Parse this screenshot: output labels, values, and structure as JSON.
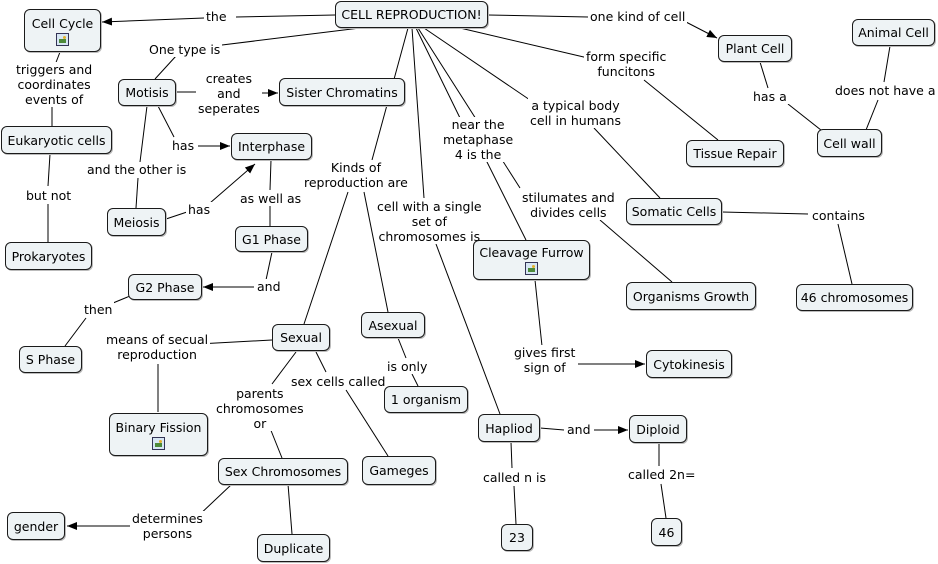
{
  "nodes": {
    "cell_reproduction": "CELL REPRODUCTION!",
    "cell_cycle": "Cell Cycle",
    "eukaryotic_cells": "Eukaryotic cells",
    "prokaryotes": "Prokaryotes",
    "motisis": "Motisis",
    "sister_chromatins": "Sister Chromatins",
    "interphase": "Interphase",
    "meiosis": "Meiosis",
    "g1_phase": "G1 Phase",
    "g2_phase": "G2 Phase",
    "s_phase": "S Phase",
    "sexual": "Sexual",
    "binary_fission": "Binary Fission",
    "sex_chromosomes": "Sex Chromosomes",
    "gender": "gender",
    "duplicate": "Duplicate",
    "gameges": "Gameges",
    "asexual": "Asexual",
    "one_organism": "1 organism",
    "cleavage_furrow": "Cleavage Furrow",
    "cytokinesis": "Cytokinesis",
    "hapliod": "Hapliod",
    "diploid": "Diploid",
    "n23": "23",
    "n46": "46",
    "plant_cell": "Plant Cell",
    "animal_cell": "Animal Cell",
    "cell_wall": "Cell wall",
    "tissue_repair": "Tissue Repair",
    "somatic_cells": "Somatic Cells",
    "organisms_growth": "Organisms Growth",
    "chromosomes_46": "46 chromosomes"
  },
  "links": {
    "the": "the",
    "one_kind_of_cell": "one kind of cell",
    "triggers": "triggers and\ncoordinates\nevents of",
    "but_not": "but not",
    "one_type_is": "One type is",
    "creates_seperates": "creates\nand\nseperates",
    "has_interphase": "has",
    "and_the_other_is": "and the other is",
    "has_meiosis": "has",
    "as_well_as": "as well as",
    "and_g2": "and",
    "then": "then",
    "kinds_of_reproduction": "Kinds of\nreproduction are",
    "means_of_secual": "means of secual\nreproduction",
    "parents_chromosomes": "parents\nchromosomes\nor",
    "sex_cells_called": "sex cells called",
    "determines_persons": "determines\npersons",
    "is_only": "is only",
    "near_metaphase": "near the\nmetaphase\n4 is the",
    "gives_first_sign": "gives first\nsign of",
    "cell_single_set": "cell with a single\nset of\nchromosomes is",
    "and_diploid": "and",
    "called_n_is": "called n is",
    "called_2n": "called 2n=",
    "form_specific": "form specific\nfuncitons",
    "has_cell_wall": "has a",
    "does_not_have": "does not have a",
    "typical_body_cell": "a typical body\ncell in humans",
    "stimulates_divides": "stilumates and\ndivides cells",
    "contains": "contains"
  },
  "icons": {
    "cell_cycle": "image-icon",
    "binary_fission": "image-icon",
    "cleavage_furrow": "image-icon"
  },
  "colors": {
    "node_fill": "#eef3f5",
    "node_border": "#1a1a1a",
    "line": "#000000"
  }
}
